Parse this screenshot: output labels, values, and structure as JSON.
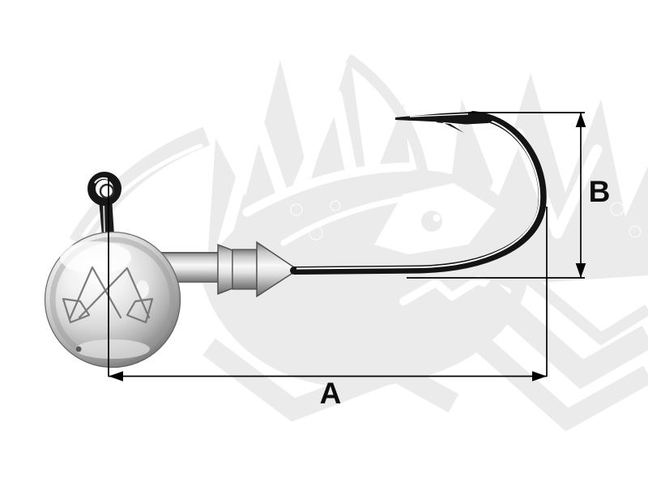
{
  "page": {
    "background_color": "#ffffff"
  },
  "watermark": {
    "name": "spiky-fish-brand-watermark",
    "color": "#ebebeb"
  },
  "product": {
    "name": "ball-jig-head-with-hook",
    "finish_colors": {
      "metal_light": "#f4f4f4",
      "metal_mid": "#c2c2c2",
      "metal_dark": "#6f6f6f",
      "hook_wire": "#141414"
    }
  },
  "annotations": {
    "a_label": "A",
    "b_label": "B",
    "line_color": "#000000",
    "label_color": "#0d0d0d"
  }
}
